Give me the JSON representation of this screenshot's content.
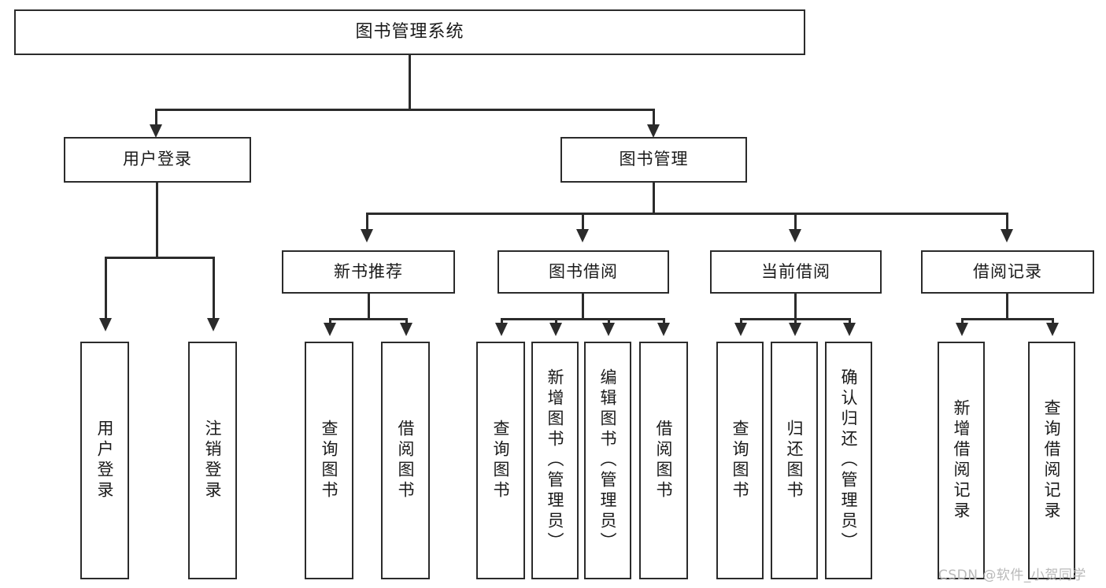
{
  "diagram": {
    "title": "图书管理系统",
    "type": "function-structure-tree",
    "orientation": "top-down",
    "levels": 4,
    "root": {
      "id": "root",
      "label": "图书管理系统",
      "text_direction": "horizontal"
    },
    "level2": [
      {
        "id": "user-login",
        "label": "用户登录",
        "text_direction": "horizontal"
      },
      {
        "id": "book-manage",
        "label": "图书管理",
        "text_direction": "horizontal"
      }
    ],
    "level3": [
      {
        "id": "new-book-recommend",
        "label": "新书推荐",
        "parent": "book-manage",
        "text_direction": "horizontal"
      },
      {
        "id": "book-borrow",
        "label": "图书借阅",
        "parent": "book-manage",
        "text_direction": "horizontal"
      },
      {
        "id": "current-borrow",
        "label": "当前借阅",
        "parent": "book-manage",
        "text_direction": "horizontal"
      },
      {
        "id": "borrow-record",
        "label": "借阅记录",
        "parent": "book-manage",
        "text_direction": "horizontal"
      }
    ],
    "leaves": [
      {
        "id": "leaf-user-login",
        "label": "用户登录",
        "parent": "user-login",
        "text_direction": "vertical"
      },
      {
        "id": "leaf-user-logout",
        "label": "注销登录",
        "parent": "user-login",
        "text_direction": "vertical"
      },
      {
        "id": "leaf-query-book-1",
        "label": "查询图书",
        "parent": "new-book-recommend",
        "text_direction": "vertical"
      },
      {
        "id": "leaf-borrow-book-1",
        "label": "借阅图书",
        "parent": "new-book-recommend",
        "text_direction": "vertical"
      },
      {
        "id": "leaf-query-book-2",
        "label": "查询图书",
        "parent": "book-borrow",
        "text_direction": "vertical"
      },
      {
        "id": "leaf-add-book",
        "label": "新增图书（管理员）",
        "parent": "book-borrow",
        "text_direction": "vertical"
      },
      {
        "id": "leaf-edit-book",
        "label": "编辑图书（管理员）",
        "parent": "book-borrow",
        "text_direction": "vertical"
      },
      {
        "id": "leaf-borrow-book-2",
        "label": "借阅图书",
        "parent": "book-borrow",
        "text_direction": "vertical"
      },
      {
        "id": "leaf-query-book-3",
        "label": "查询图书",
        "parent": "current-borrow",
        "text_direction": "vertical"
      },
      {
        "id": "leaf-return-book",
        "label": "归还图书",
        "parent": "current-borrow",
        "text_direction": "vertical"
      },
      {
        "id": "leaf-confirm-return",
        "label": "确认归还（管理员）",
        "parent": "current-borrow",
        "text_direction": "vertical"
      },
      {
        "id": "leaf-add-record",
        "label": "新增借阅记录",
        "parent": "borrow-record",
        "text_direction": "vertical"
      },
      {
        "id": "leaf-query-record",
        "label": "查询借阅记录",
        "parent": "borrow-record",
        "text_direction": "vertical"
      }
    ]
  },
  "watermark": {
    "text": "CSDN @软件_小贺同学"
  },
  "colors": {
    "stroke": "#2b2b2b",
    "fill": "#ffffff",
    "text": "#1a1a1a",
    "watermark": "#b9b9b9"
  }
}
